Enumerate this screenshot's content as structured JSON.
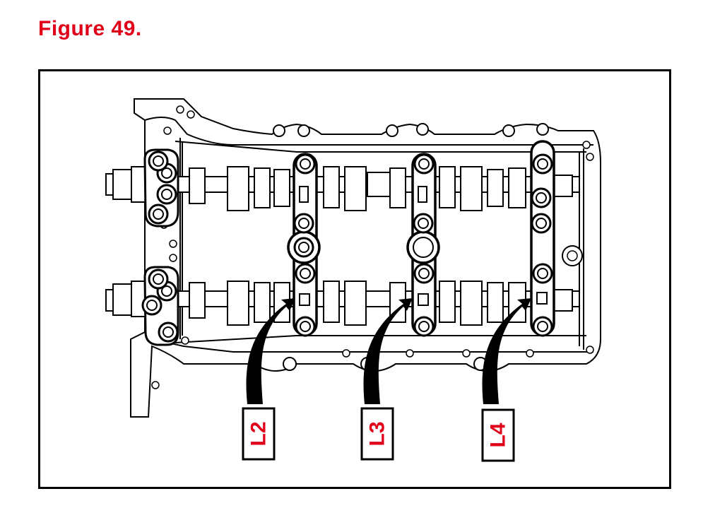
{
  "figure": {
    "title": "Figure 49."
  },
  "diagram": {
    "subject": "camshaft-bearing-caps",
    "callouts": [
      {
        "id": "l2",
        "text": "L2"
      },
      {
        "id": "l3",
        "text": "L3"
      },
      {
        "id": "l4",
        "text": "L4"
      }
    ]
  },
  "colors": {
    "title": "#e0001a",
    "label_text": "#e0001a",
    "line": "#000000",
    "background": "#ffffff"
  }
}
